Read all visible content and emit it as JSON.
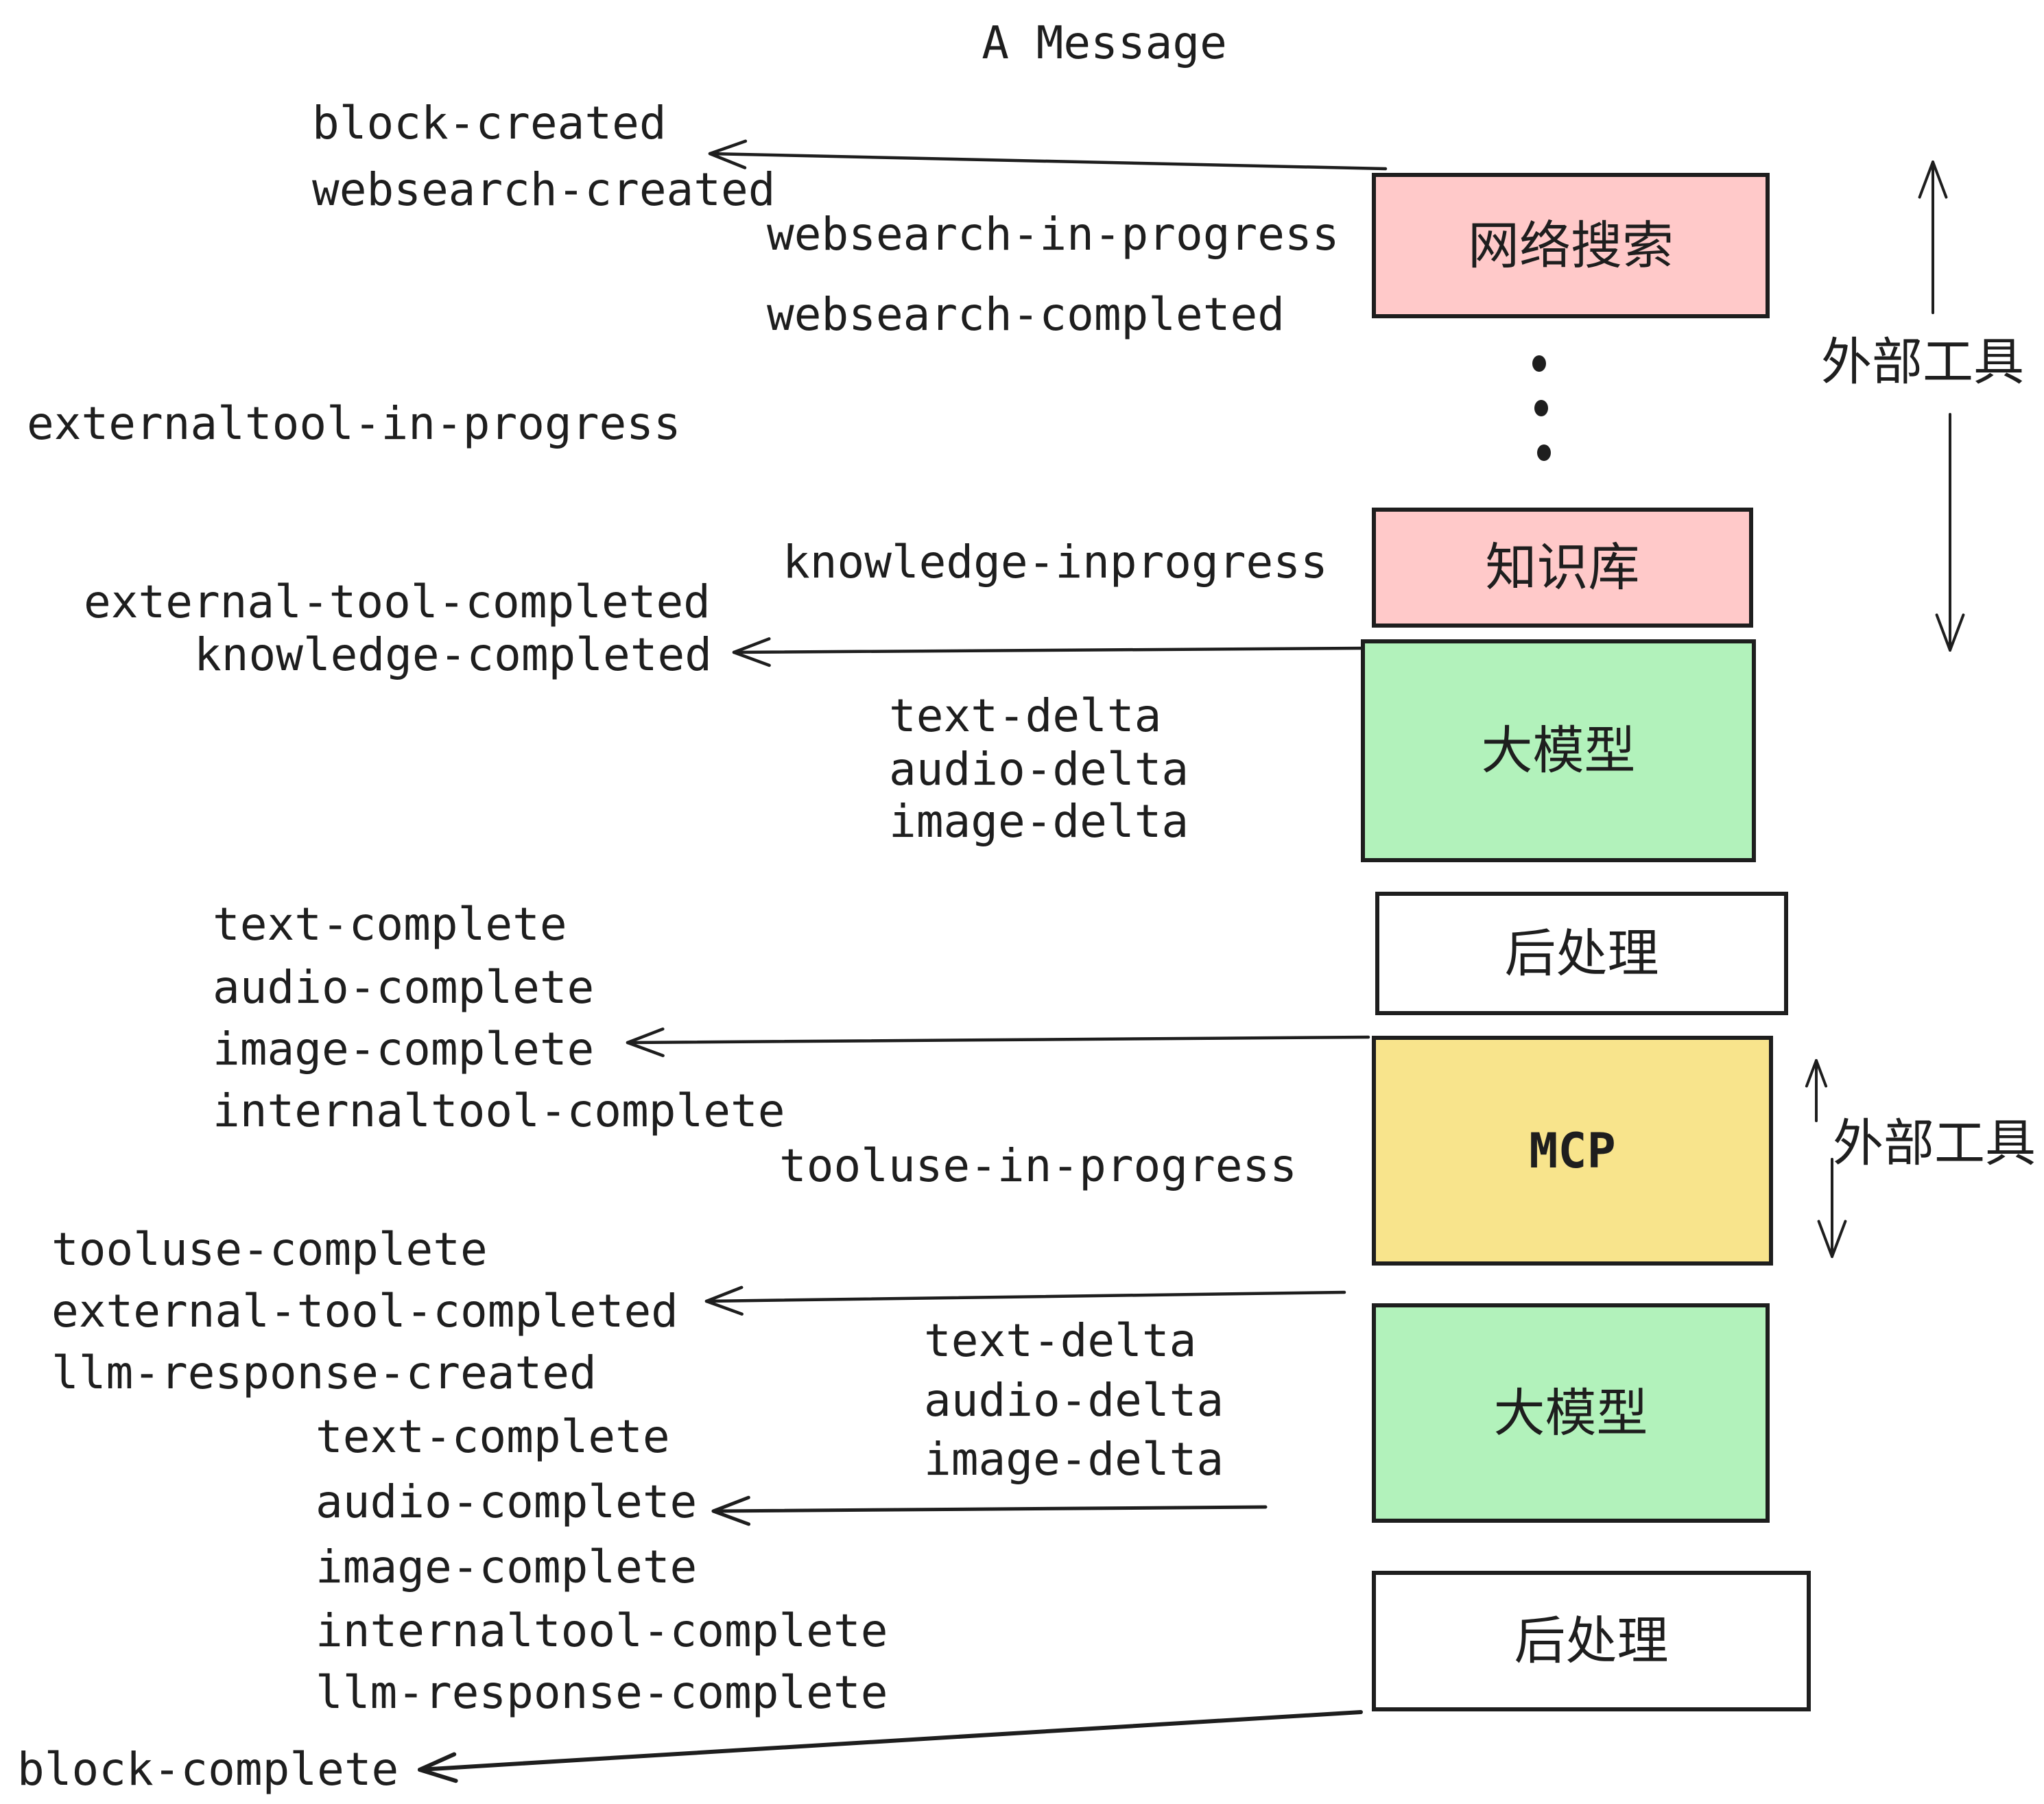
{
  "title": "A Message",
  "events": {
    "block_created": "block-created",
    "websearch_created": "websearch-created",
    "websearch_in_progress": "websearch-in-progress",
    "websearch_completed": "websearch-completed",
    "externaltool_in_progress": "externaltool-in-progress",
    "knowledge_inprogress": "knowledge-inprogress",
    "external_tool_completed_1": "external-tool-completed",
    "knowledge_completed": "knowledge-completed",
    "text_delta_1": "text-delta",
    "audio_delta_1": "audio-delta",
    "image_delta_1": "image-delta",
    "text_complete_1": "text-complete",
    "audio_complete_1": "audio-complete",
    "image_complete_1": "image-complete",
    "internaltool_complete_1": "internaltool-complete",
    "tooluse_in_progress": "tooluse-in-progress",
    "tooluse_complete": "tooluse-complete",
    "external_tool_completed_2": "external-tool-completed",
    "llm_response_created": "llm-response-created",
    "text_complete_2": "text-complete",
    "audio_complete_2": "audio-complete",
    "image_complete_2": "image-complete",
    "internaltool_complete_2": "internaltool-complete",
    "llm_response_complete": "llm-response-complete",
    "text_delta_2": "text-delta",
    "audio_delta_2": "audio-delta",
    "image_delta_2": "image-delta",
    "block_complete": "block-complete"
  },
  "boxes": {
    "websearch": "网络搜索",
    "knowledge": "知识库",
    "llm1": "大模型",
    "post1": "后处理",
    "mcp": "MCP",
    "llm2": "大模型",
    "post2": "后处理"
  },
  "annotations": {
    "external_tools_top": "外部工具",
    "external_tools_bottom": "外部工具"
  },
  "colors": {
    "ink": "#1e1e1e",
    "pink": "#ffc9c9",
    "green": "#b2f2bb",
    "yellow": "#f8e48c",
    "white": "#ffffff",
    "background": "#ffffff"
  }
}
